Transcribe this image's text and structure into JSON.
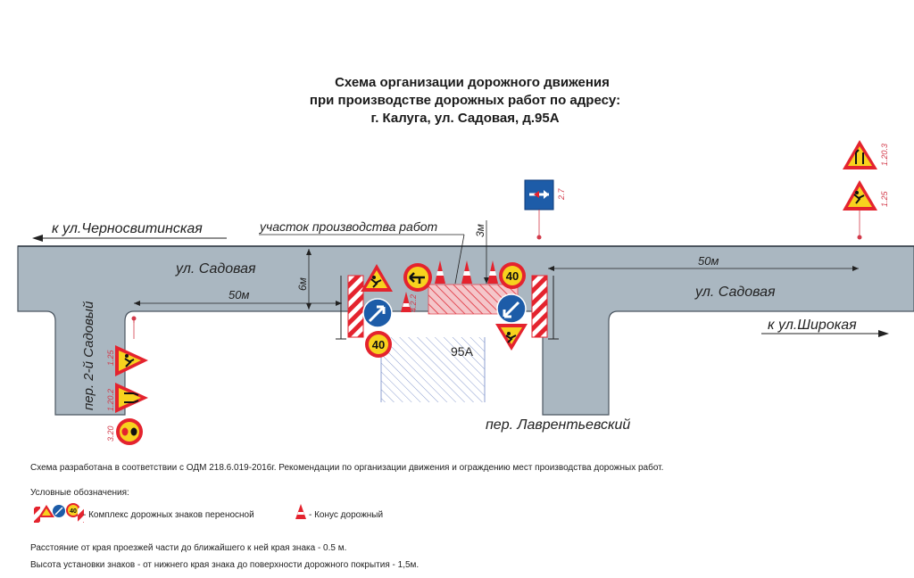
{
  "title": {
    "line1": "Схема организации дорожного движения",
    "line2": "при производстве дорожных работ по адресу:",
    "line3": "г. Калуга, ул. Садовая, д.95А"
  },
  "streets": {
    "to_west": "к ул.Черносвитинская",
    "to_east": "к ул.Широкая",
    "sadovaya_left": "ул. Садовая",
    "sadovaya_right": "ул. Садовая",
    "side_street_left": "пер. 2-й Садовый",
    "side_street_right": "пер. Лаврентьевский",
    "building": "95А"
  },
  "annotations": {
    "work_zone": "участок производства работ",
    "width_6m": "6м",
    "offset_3m": "3м",
    "dist_left": "50м",
    "dist_right": "50м"
  },
  "sign_codes": {
    "left_works": "1.25",
    "left_narrow": "1.20.2",
    "left_noovertake": "3.20",
    "right_narrow": "1.20.3",
    "right_works": "1.25",
    "priority": "2.7",
    "mid_arrow": "4.2.2"
  },
  "speed_limit": "40",
  "notes": {
    "source": "Схема разработана в соответствии с ОДМ 218.6.019-2016г. Рекомендации по организации движения и ограждению мест производства дорожных работ.",
    "legend_title": "Условные обозначения:",
    "legend_complex": "- Комплекс дорожных знаков переносной",
    "legend_cone": "- Конус дорожный",
    "distance": "Расстояние от края проезжей части до ближайшего к ней края знака - 0.5 м.",
    "height": "Высота установки знаков -  от нижнего края знака до поверхности дорожного покрытия - 1,5м."
  },
  "colors": {
    "road": "#aab7c1",
    "sign_yellow": "#f7d21e",
    "sign_red": "#e4232e",
    "sign_blue": "#1d5ca8",
    "hatch": "#e34b55",
    "code_red": "#d23a4a"
  }
}
